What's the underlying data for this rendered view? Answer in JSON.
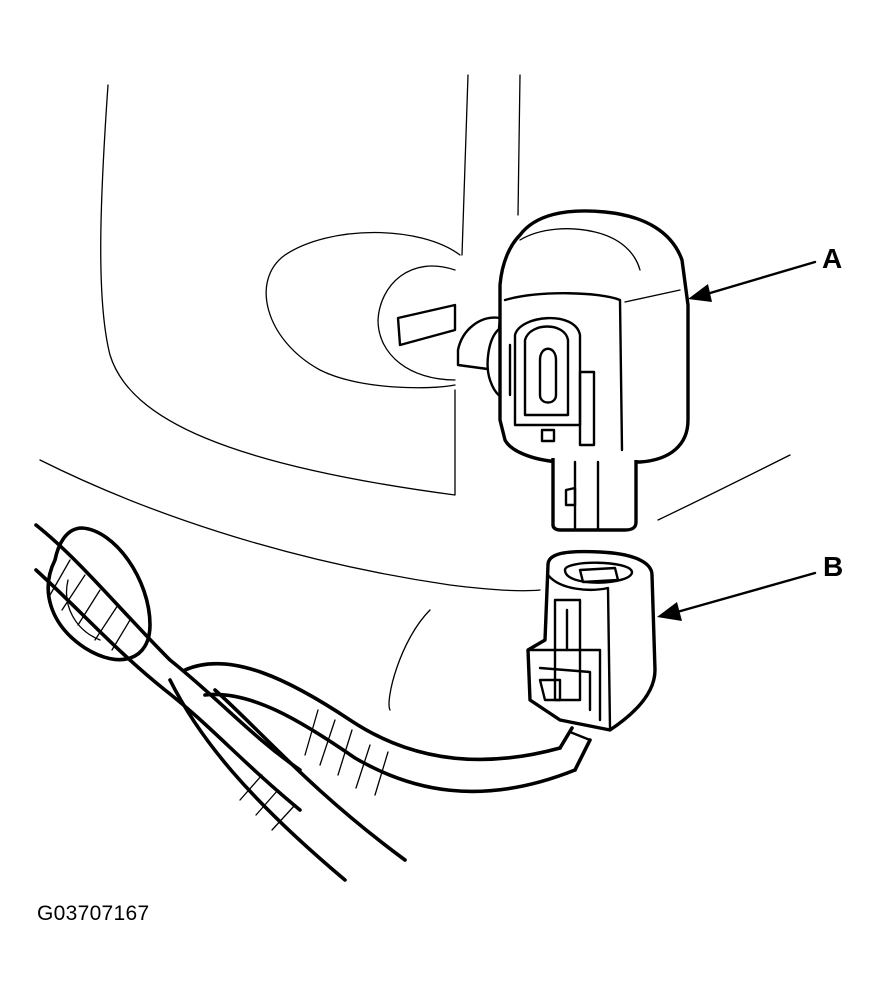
{
  "figure": {
    "code": "G03707167"
  },
  "callouts": [
    {
      "id": "A",
      "label": "A"
    },
    {
      "id": "B",
      "label": "B"
    }
  ],
  "colors": {
    "line": "#000000",
    "background": "#ffffff"
  }
}
